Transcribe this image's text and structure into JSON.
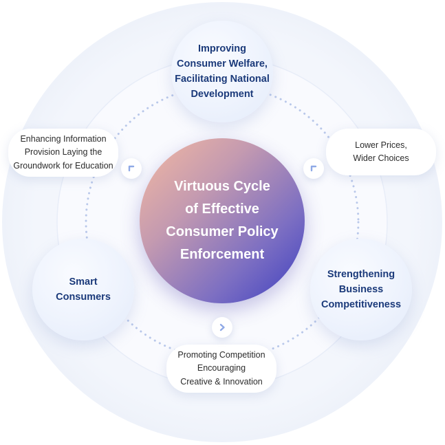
{
  "center": {
    "label": "Virtuous Cycle\nof Effective\nConsumer Policy\nEnforcement"
  },
  "nodes": {
    "top": "Improving\nConsumer Welfare,\nFacilitating National\nDevelopment",
    "right": "Strengthening\nBusiness\nCompetitiveness",
    "left": "Smart\nConsumers"
  },
  "pills": {
    "right": "Lower Prices,\nWider Choices",
    "bottom": "Promoting Competition\nEncouraging\nCreative & Innovation",
    "left": "Enhancing Information\nProvision Laying the\nGroundwork for Education"
  },
  "icons": {
    "arrow_right": "chevron-up-right-icon",
    "arrow_bottom": "chevron-right-icon",
    "arrow_left": "chevron-up-right-icon"
  },
  "colors": {
    "node_text": "#1b3a7a",
    "center_gradient_start": "#f4b9a1",
    "center_gradient_end": "#3d3fc0",
    "dotted_ring": "#b9c8ea",
    "arrow": "#8fa9e6"
  }
}
